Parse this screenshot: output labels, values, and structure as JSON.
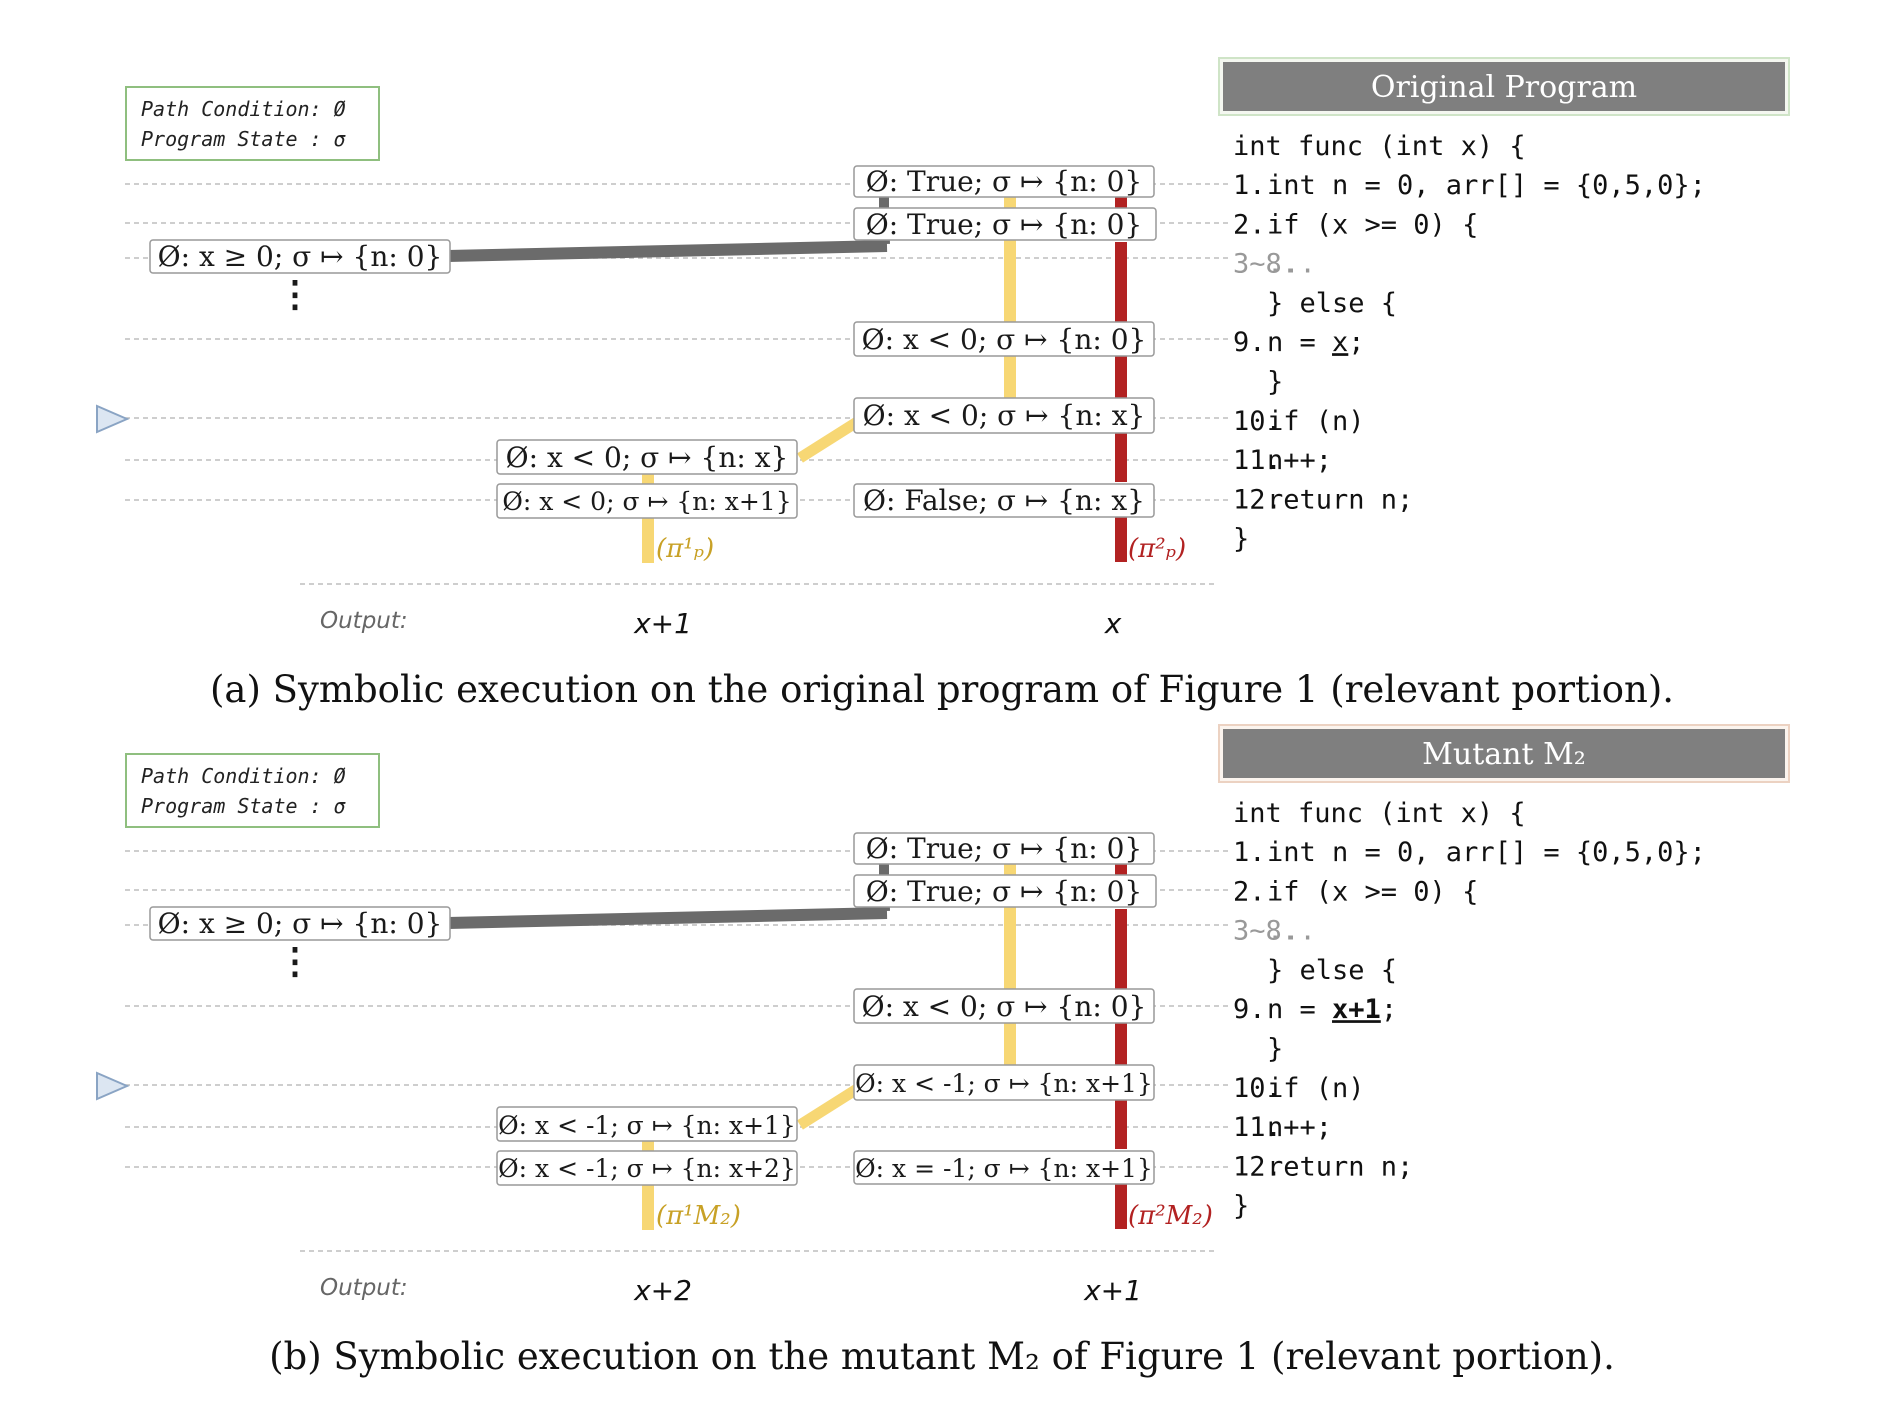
{
  "panels": [
    {
      "id": "a",
      "legend": {
        "path_condition": "Path Condition: Ø",
        "program_state": "Program State : σ"
      },
      "code_title": "Original Program",
      "code_header": "int func (int x) {",
      "code_lines": [
        {
          "no": "1.",
          "text": "    int n = 0, arr[] = {0,5,0};",
          "gray": false
        },
        {
          "no": "2.",
          "text": "    if (x >= 0) {",
          "gray": false
        },
        {
          "no": "3~8.",
          "text": "        ...",
          "gray": true
        },
        {
          "no": "",
          "text": "    } else {",
          "gray": false
        },
        {
          "no": "9.",
          "text": "        n = x;",
          "gray": false
        },
        {
          "no": "",
          "text": "    }",
          "gray": false
        },
        {
          "no": "10.",
          "text": "    if (n)",
          "gray": false
        },
        {
          "no": "11.",
          "text": "        n++;",
          "gray": false
        },
        {
          "no": "12.",
          "text": "    return n;",
          "gray": false
        },
        {
          "no": "}",
          "text": "",
          "gray": false
        }
      ],
      "mutated_expr": "x",
      "nodes": {
        "n1": "Ø: True;  σ ↦ {n: 0}",
        "n2": "Ø: True;  σ ↦ {n: 0}",
        "n_left": "Ø: x ≥ 0;  σ ↦ {n: 0}",
        "n9": "Ø: x < 0;  σ ↦ {n: 0}",
        "n10": "Ø: x < 0;  σ ↦ {n: x}",
        "n11": "Ø: x < 0;  σ ↦ {n: x}",
        "n12_left": "Ø: x < 0;  σ ↦ {n: x+1}",
        "n12_right": "Ø: False;  σ ↦ {n: x}"
      },
      "ellipsis": "⋮",
      "path1_label": "(π¹ₚ)",
      "path2_label": "(π²ₚ)",
      "output_label": "Output:",
      "output_left": "x+1",
      "output_right": "x",
      "caption": "(a) Symbolic execution on the original program of Figure 1 (relevant portion)."
    },
    {
      "id": "b",
      "legend": {
        "path_condition": "Path Condition: Ø",
        "program_state": "Program State : σ"
      },
      "code_title": "Mutant M₂",
      "code_header": "int func (int x) {",
      "code_lines": [
        {
          "no": "1.",
          "text": "    int n = 0, arr[] = {0,5,0};",
          "gray": false
        },
        {
          "no": "2.",
          "text": "    if (x >= 0) {",
          "gray": false
        },
        {
          "no": "3~8.",
          "text": "        ...",
          "gray": true
        },
        {
          "no": "",
          "text": "    } else {",
          "gray": false
        },
        {
          "no": "9.",
          "text": "        n = x+1;",
          "gray": false
        },
        {
          "no": "",
          "text": "    }",
          "gray": false
        },
        {
          "no": "10.",
          "text": "    if (n)",
          "gray": false
        },
        {
          "no": "11.",
          "text": "        n++;",
          "gray": false
        },
        {
          "no": "12.",
          "text": "    return n;",
          "gray": false
        },
        {
          "no": "}",
          "text": "",
          "gray": false
        }
      ],
      "mutated_expr": "x+1",
      "nodes": {
        "n1": "Ø: True; σ ↦ {n: 0}",
        "n2": "Ø: True;  σ ↦ {n: 0}",
        "n_left": "Ø: x ≥ 0;  σ ↦ {n: 0}",
        "n9": "Ø: x < 0;  σ ↦ {n: 0}",
        "n10": "Ø: x < -1;  σ ↦ {n: x+1}",
        "n11": "Ø: x < -1;  σ ↦ {n: x+1}",
        "n12_left": "Ø: x < -1;  σ ↦ {n: x+2}",
        "n12_right": "Ø: x = -1;  σ ↦ {n: x+1}"
      },
      "ellipsis": "⋮",
      "path1_label": "(π¹M₂)",
      "path2_label": "(π²M₂)",
      "output_label": "Output:",
      "output_left": "x+2",
      "output_right": "x+1",
      "caption": "(b) Symbolic execution on the mutant M₂ of Figure 1 (relevant portion)."
    }
  ],
  "colors": {
    "yellow_path": "#f7d774",
    "red_path": "#b22222",
    "gray_edge": "#6b6b6b",
    "legend_border": "#8fbf7f",
    "title_bar": "#7f7f7f"
  }
}
